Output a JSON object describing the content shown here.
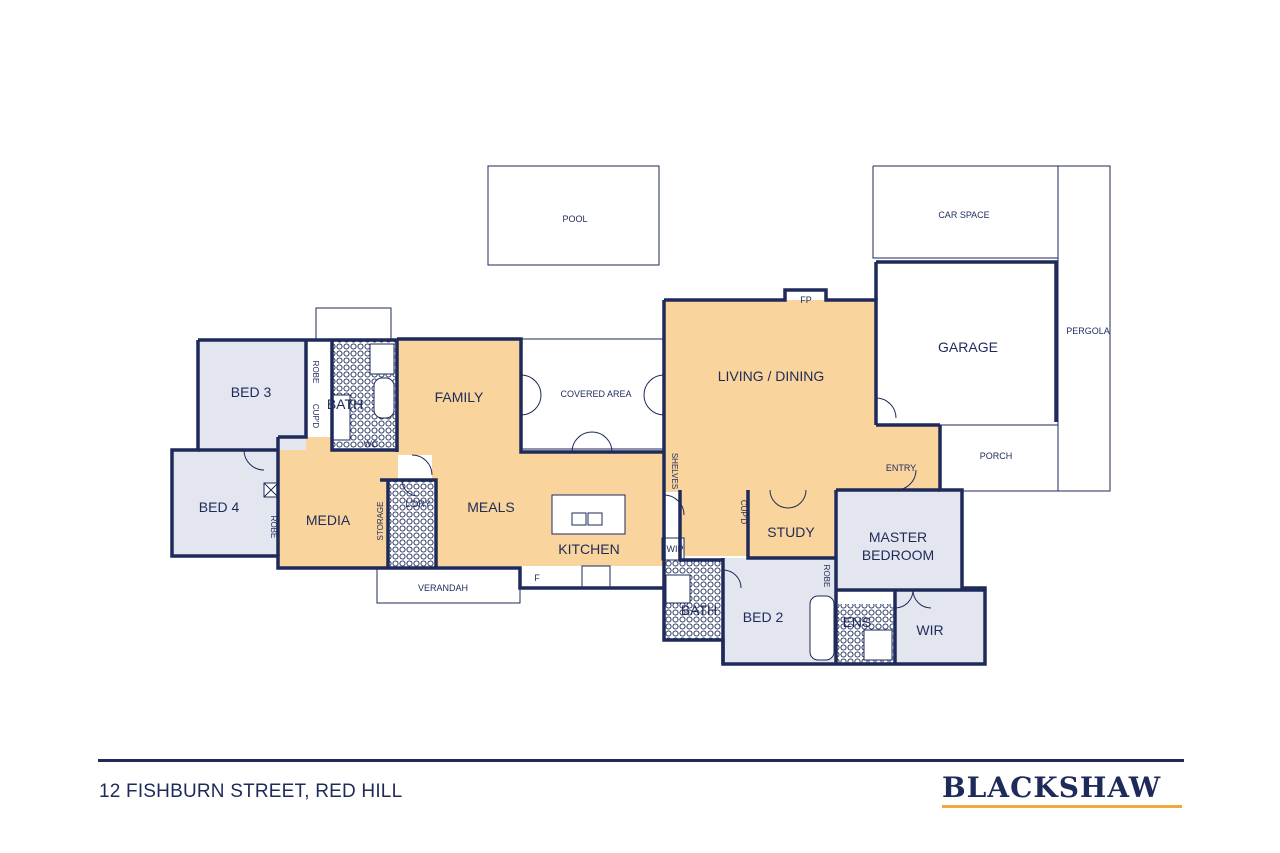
{
  "rooms": {
    "pool": "POOL",
    "car_space": "CAR SPACE",
    "pergola": "PERGOLA",
    "garage": "GARAGE",
    "fp": "FP",
    "living_dining": "LIVING / DINING",
    "covered_area": "COVERED AREA",
    "family": "FAMILY",
    "bed3": "BED 3",
    "robe_top": "ROBE",
    "bath_top": "BATH",
    "cupd_top": "CUP'D",
    "wc": "WC",
    "bed4": "BED 4",
    "robe_left": "ROBE",
    "media": "MEDIA",
    "storage": "STORAGE",
    "ldry": "L'DRY",
    "meals": "MEALS",
    "kitchen": "KITCHEN",
    "wip": "WIP",
    "f": "F",
    "verandah": "VERANDAH",
    "shelves": "SHELVES",
    "cupd_mid": "CUP'D",
    "study": "STUDY",
    "entry": "ENTRY",
    "porch": "PORCH",
    "master_line1": "MASTER",
    "master_line2": "BEDROOM",
    "robe_right": "ROBE",
    "bath_bottom": "BATH",
    "bed2": "BED 2",
    "ens": "ENS",
    "wir": "WIR"
  },
  "footer": {
    "address": "12 FISHBURN STREET, RED HILL",
    "brand": "BLACKSHAW"
  },
  "colors": {
    "living": "#f9d49c",
    "bedroom": "#e4e6ef",
    "wall": "#1e2a5a",
    "wet": "#ffffff",
    "accent": "#f2a93b"
  }
}
